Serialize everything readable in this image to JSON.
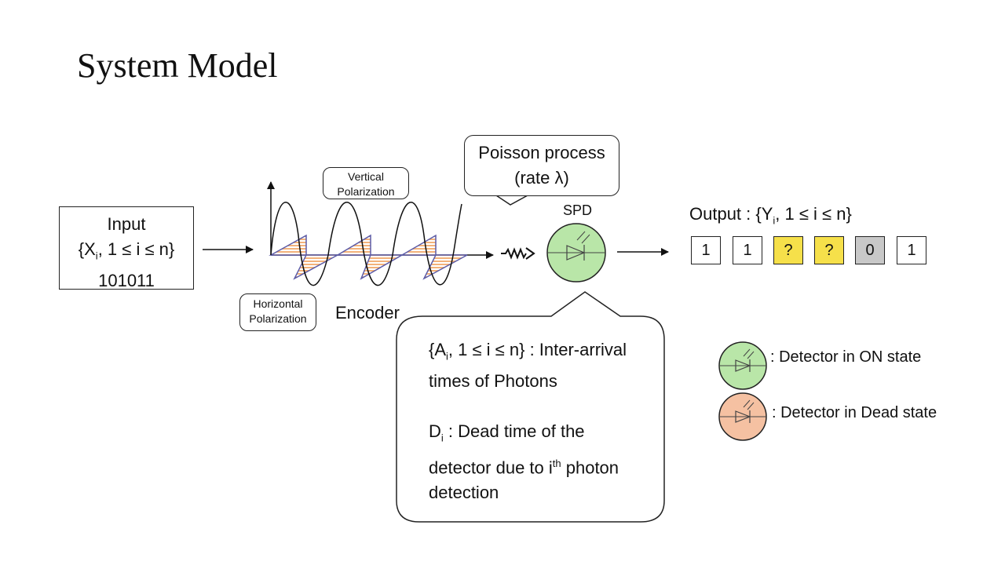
{
  "slide": {
    "title": "System Model"
  },
  "input": {
    "title": "Input",
    "set_open": "{X",
    "set_sub": "i",
    "set_rest": ", 1 ≤ i ≤ n}",
    "bits": "101011"
  },
  "encoder": {
    "label": "Encoder",
    "vertical_label_1": "Vertical",
    "vertical_label_2": "Polarization",
    "horizontal_label_1": "Horizontal",
    "horizontal_label_2": "Polarization"
  },
  "poisson": {
    "line1": "Poisson process",
    "line2": "(rate λ)"
  },
  "detector": {
    "label": "SPD"
  },
  "output": {
    "prefix": "Output : {Y",
    "sub": "i",
    "rest": ", 1 ≤ i ≤ n}",
    "symbols": [
      "1",
      "1",
      "?",
      "?",
      "0",
      "1"
    ],
    "colors": [
      "#ffffff",
      "#ffffff",
      "#f6e04a",
      "#f6e04a",
      "#c8c8c8",
      "#ffffff"
    ]
  },
  "info": {
    "a_open": "{A",
    "a_sub": "i",
    "a_rest": ", 1 ≤ i ≤ n} : Inter-arrival",
    "a_line2": "times of Photons",
    "d_main": "D",
    "d_sub": "i",
    "d_rest": " : Dead time of the",
    "d_line2_pre": "detector due to i",
    "d_line2_sup": "th",
    "d_line2_post": " photon",
    "d_line3": "detection"
  },
  "legend": {
    "on_label": ": Detector in ON state",
    "dead_label": ": Detector in Dead state"
  },
  "colors": {
    "detector_on": "#b9e6a8",
    "detector_dead": "#f5c1a2",
    "wave_fill": "#f3b27a",
    "wave_edge": "#5c5ca8"
  }
}
